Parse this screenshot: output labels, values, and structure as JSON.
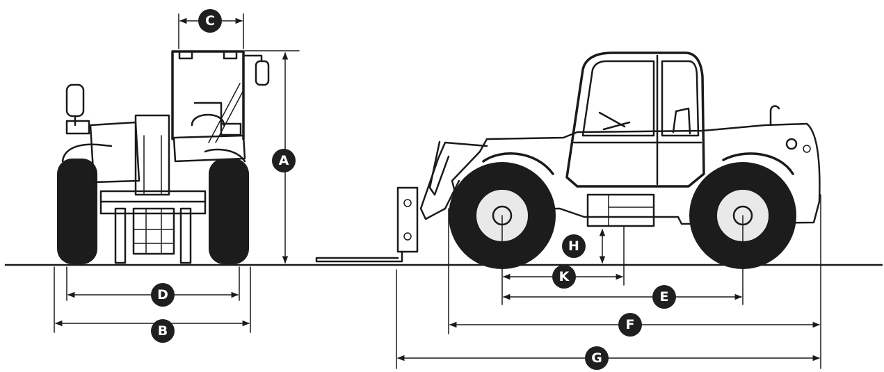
{
  "diagram": {
    "labels": {
      "A": "A",
      "B": "B",
      "C": "C",
      "D": "D",
      "E": "E",
      "F": "F",
      "G": "G",
      "H": "H",
      "K": "K"
    }
  }
}
